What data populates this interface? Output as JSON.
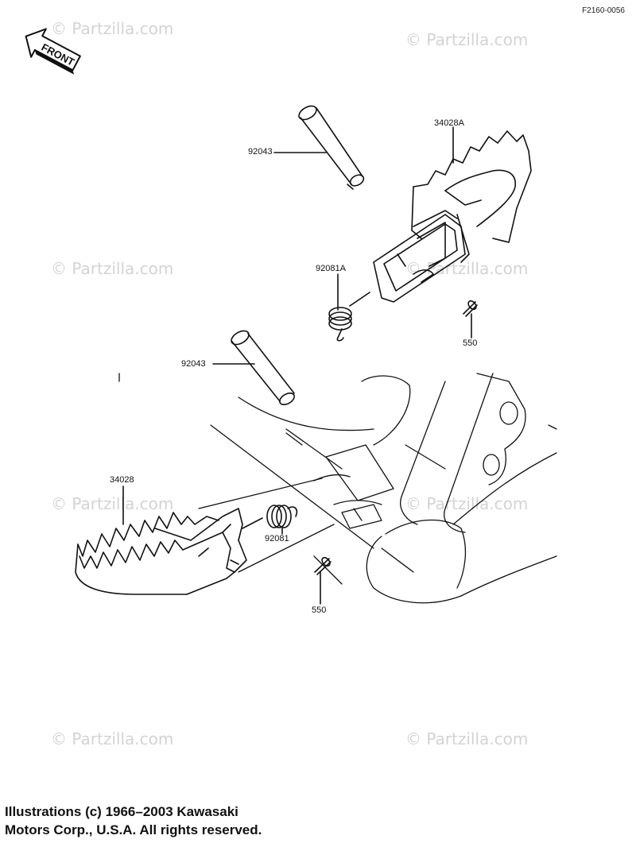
{
  "diagram_code": "F2160-0056",
  "front_label": "FRONT",
  "watermark": "© Partzilla.com",
  "parts": {
    "pin_upper": "92043",
    "pin_lower": "92043",
    "footpeg_right": "34028A",
    "footpeg_left": "34028",
    "spring_right": "92081A",
    "spring_left": "92081",
    "cotter_pin_upper": "550",
    "cotter_pin_lower": "550"
  },
  "copyright": {
    "line1": "Illustrations (c) 1966–2003 Kawasaki",
    "line2": "Motors Corp., U.S.A.  All rights reserved."
  },
  "colors": {
    "ink": "#111111",
    "watermark": "#d3d3d3",
    "background": "#ffffff"
  }
}
